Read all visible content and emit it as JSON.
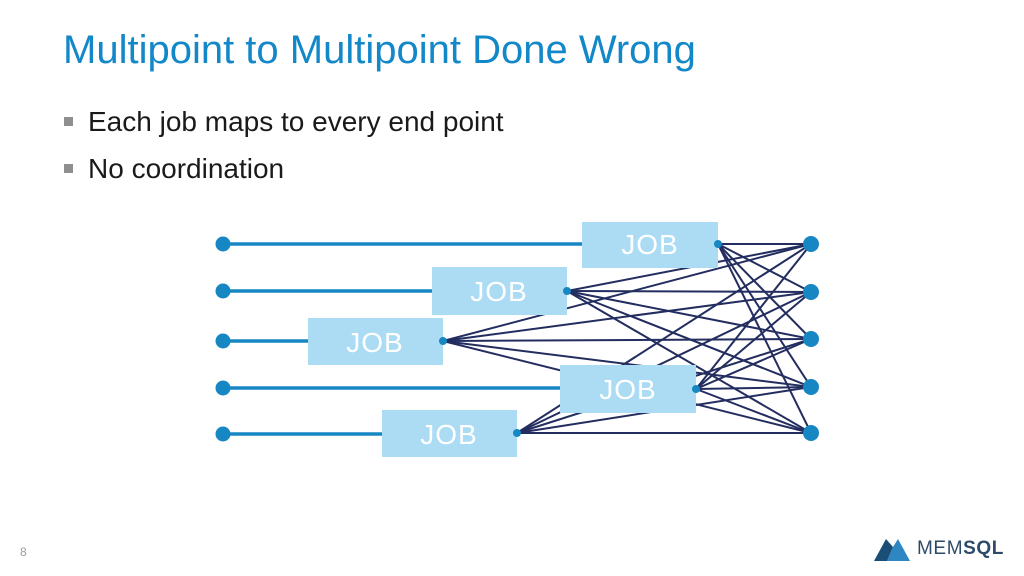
{
  "slide": {
    "title": "Multipoint to Multipoint Done Wrong",
    "bullets": [
      "Each job maps to every end point",
      "No coordination"
    ],
    "page_number": "8"
  },
  "diagram": {
    "job_labels": [
      "JOB",
      "JOB",
      "JOB",
      "JOB",
      "JOB"
    ],
    "source_endpoint_count": 5,
    "destination_endpoint_count": 5,
    "connection_pattern": "each job box fans out to all five destination endpoints"
  },
  "logo": {
    "text_mem": "MEM",
    "text_sql": "SQL"
  },
  "colors": {
    "title_blue": "#1388c9",
    "endpoint_line_blue": "#1787c3",
    "job_box_fill": "#abdcf4",
    "job_label_text": "#ffffff",
    "fan_line_navy": "#232d5f",
    "bullet_square_gray": "#8f8f8f",
    "page_number_gray": "#9b9b9b",
    "logo_text_navy": "#2d4b68",
    "logo_mark_dark": "#1b4e77",
    "logo_mark_light": "#2e86c3"
  }
}
